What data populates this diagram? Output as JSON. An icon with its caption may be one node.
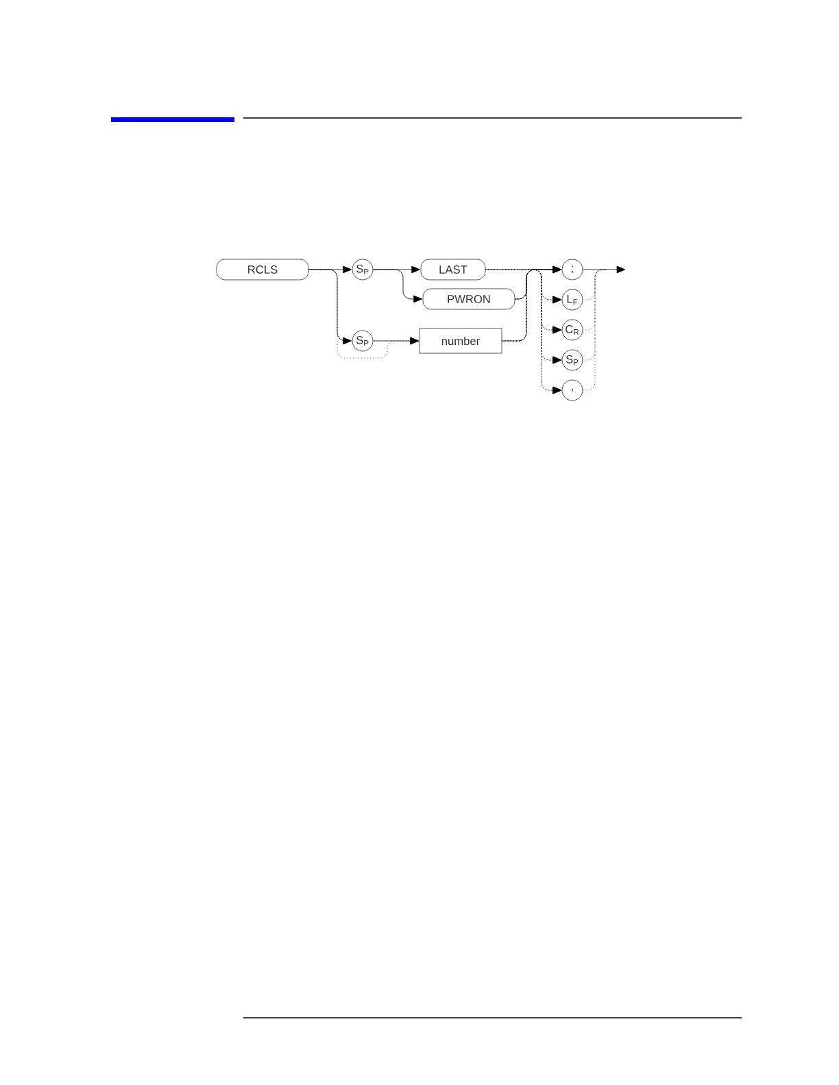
{
  "diagram": {
    "nodes": [
      {
        "text": [
          "RCLS"
        ]
      },
      {
        "text": [
          "S$_{P}$"
        ]
      },
      {
        "text": [
          "LAST"
        ]
      },
      {
        "text": [
          "PWRON"
        ]
      },
      {
        "text": [
          "S$_{P}$"
        ]
      },
      {
        "text": [
          "number"
        ]
      },
      {
        "text": [
          ";"
        ]
      },
      {
        "text": [
          "L$_{F}$"
        ]
      },
      {
        "text": [
          "C$_{R}$"
        ]
      },
      {
        "text": [
          "S$_{P}$"
        ]
      },
      {
        "text": [
          ","
        ]
      }
    ],
    "edges": [
      {
        "from": 0,
        "to": 1,
        "arrow": "to"
      },
      {
        "from": 0,
        "to": 4,
        "arrow": "to"
      },
      {
        "from": 1,
        "to": 2,
        "arrow": "to"
      },
      {
        "from": 1,
        "to": 3,
        "arrow": "to"
      },
      {
        "from": 4,
        "to": 5,
        "arrow": "to"
      },
      {
        "from": 0,
        "to": 5,
        "arrow": "to",
        "style": "dashed"
      },
      {
        "from": 2,
        "to": 6,
        "arrow": "to"
      },
      {
        "from": 3,
        "to": 6,
        "arrow": "to"
      },
      {
        "from": 5,
        "to": 6,
        "arrow": "to"
      },
      {
        "from": 2,
        "to": 7,
        "arrow": "to",
        "style": "dashed"
      },
      {
        "from": 2,
        "to": 8,
        "arrow": "to",
        "style": "dashed"
      },
      {
        "from": 2,
        "to": 9,
        "arrow": "to",
        "style": "dashed"
      },
      {
        "from": 2,
        "to": 10,
        "arrow": "to",
        "style": "dashed"
      },
      {
        "from": 3,
        "to": 7,
        "arrow": "to",
        "style": "dashed"
      },
      {
        "from": 3,
        "to": 8,
        "arrow": "to",
        "style": "dashed"
      },
      {
        "from": 3,
        "to": 9,
        "arrow": "to",
        "style": "dashed"
      },
      {
        "from": 3,
        "to": 10,
        "arrow": "to",
        "style": "dashed"
      },
      {
        "from": 5,
        "to": 7,
        "arrow": "to",
        "style": "dashed"
      },
      {
        "from": 5,
        "to": 8,
        "arrow": "to",
        "style": "dashed"
      },
      {
        "from": 5,
        "to": 9,
        "arrow": "to",
        "style": "dashed"
      },
      {
        "from": 5,
        "to": 10,
        "arrow": "to",
        "style": "dashed"
      },
      {
        "from": 6,
        "to": null,
        "arrow": "to"
      },
      {
        "from": 7,
        "to": null,
        "arrow": "none",
        "style": "dashed"
      },
      {
        "from": 8,
        "to": null,
        "arrow": "none",
        "style": "dashed"
      },
      {
        "from": 9,
        "to": null,
        "arrow": "none",
        "style": "dashed"
      },
      {
        "from": 10,
        "to": null,
        "arrow": "none",
        "style": "dashed"
      }
    ]
  }
}
